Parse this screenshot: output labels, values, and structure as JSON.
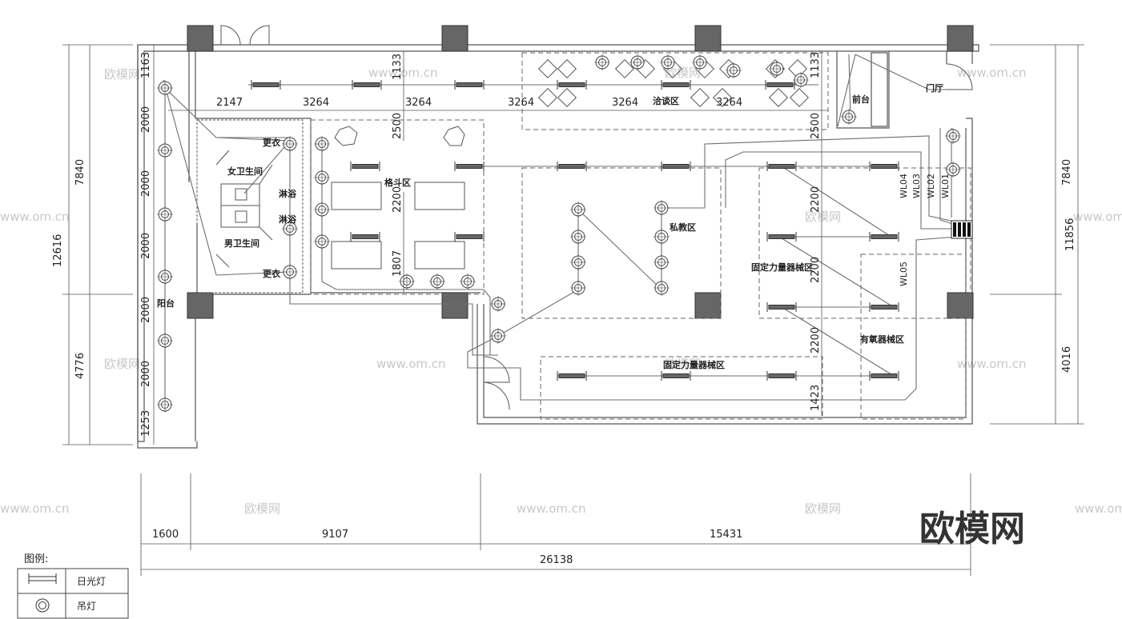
{
  "brand": {
    "name": "欧模网",
    "watermark_url": "www.om.cn",
    "watermark_name": "欧模网"
  },
  "dimensions": {
    "top": [
      "2147",
      "3264",
      "3264",
      "3264",
      "3264",
      "3264"
    ],
    "left_outer": [
      "7840",
      "12616",
      "4776"
    ],
    "left_inner": [
      "1163",
      "2000",
      "2000",
      "2000",
      "2000",
      "2000",
      "1253"
    ],
    "right_outer": [
      "7840",
      "11856",
      "4016"
    ],
    "right_inner": [
      "1133"
    ],
    "bottom": [
      "1600",
      "9107",
      "15431"
    ],
    "bottom_total": "26138",
    "interior": [
      "1133",
      "2500",
      "2200",
      "1807",
      "2500",
      "2200",
      "2200",
      "2200",
      "1423"
    ]
  },
  "rooms": {
    "negotiation": "洽谈区",
    "reception": "前台",
    "entrance_hall": "门厅",
    "changing_1": "更衣",
    "changing_2": "更衣",
    "womens_wc": "女卫生间",
    "mens_wc": "男卫生间",
    "shower_1": "淋浴",
    "shower_2": "淋浴",
    "boxing": "格斗区",
    "private_training": "私教区",
    "fixed_strength_1": "固定力量器械区",
    "fixed_strength_2": "固定力量器械区",
    "cardio": "有氧器械区",
    "balcony": "阳台"
  },
  "circuits": [
    "WL04",
    "WL03",
    "WL02",
    "WL01",
    "WL05"
  ],
  "legend": {
    "title": "图例:",
    "items": [
      {
        "symbol": "fluorescent-lamp",
        "label": "日光灯"
      },
      {
        "symbol": "pendant-lamp",
        "label": "吊灯"
      }
    ]
  },
  "colors": {
    "line": "#555555",
    "column": "#666666",
    "wire": "#6e6e6e",
    "watermark": "#c8c8c8"
  }
}
